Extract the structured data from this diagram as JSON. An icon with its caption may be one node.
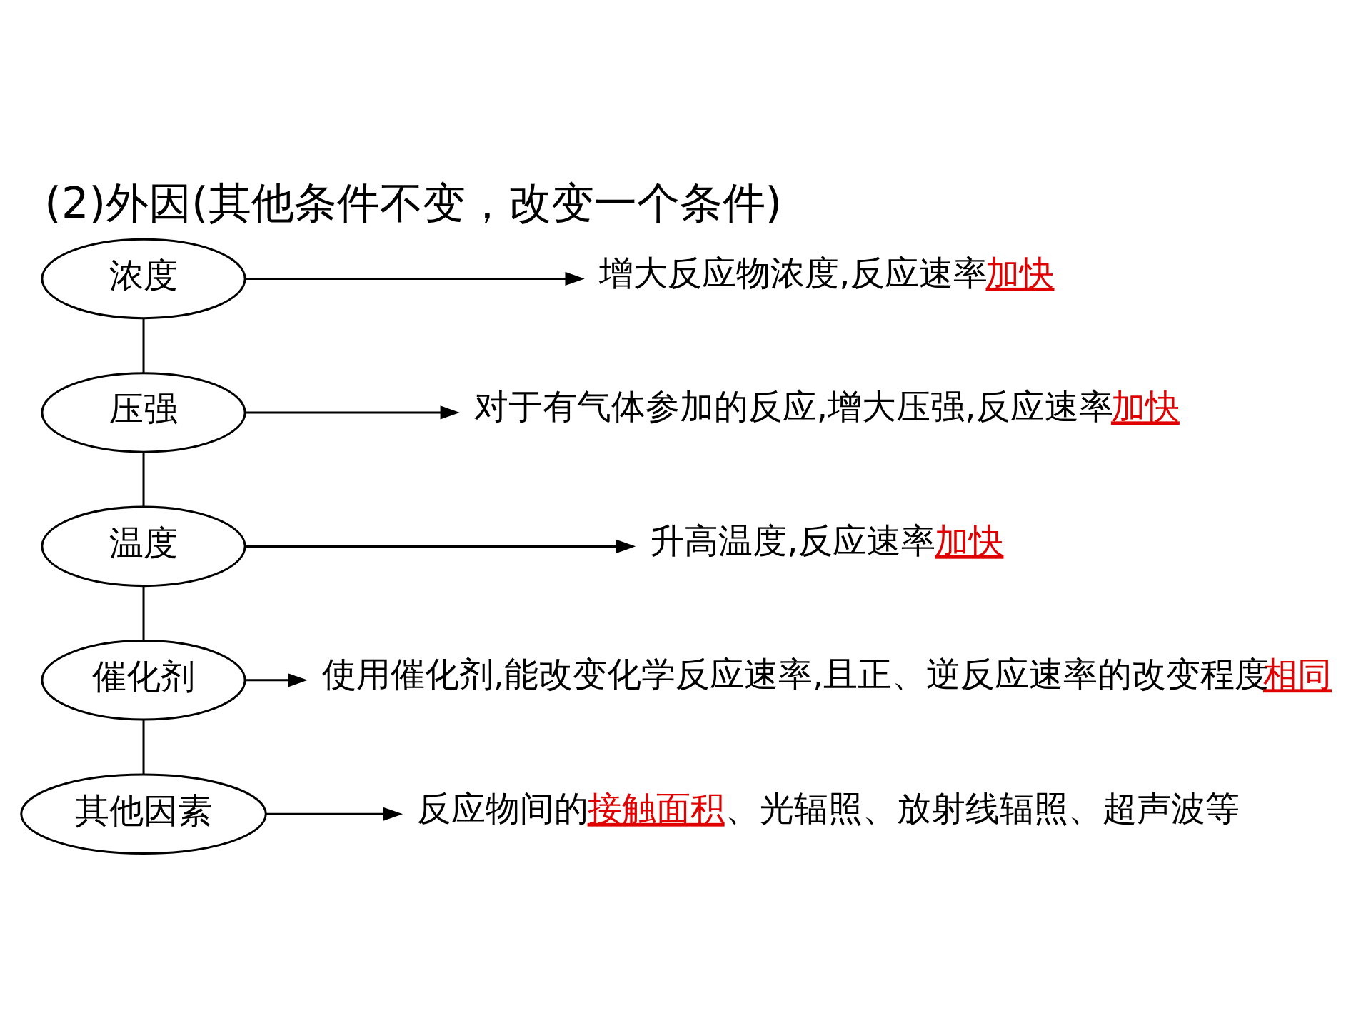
{
  "diagram": {
    "title": "(2)外因(其他条件不变，改变一个条件)",
    "nodes": [
      {
        "text": [
          "浓度"
        ]
      },
      {
        "text": [
          "压强"
        ]
      },
      {
        "text": [
          "温度"
        ]
      },
      {
        "text": [
          "催化剂"
        ]
      },
      {
        "text": [
          "其他因素"
        ]
      },
      {
        "text": [
          "增大反应物浓度,反应速率",
          "加快"
        ]
      },
      {
        "text": [
          "对于有气体参加的反应,增大压强,反应速率",
          "加快"
        ]
      },
      {
        "text": [
          "升高温度,反应速率",
          "加快"
        ]
      },
      {
        "text": [
          "使用催化剂,能改变化学反应速率,且正、逆反应速率的改变程度",
          "相同"
        ]
      },
      {
        "text": [
          "反应物间的",
          "接触面积",
          "、光辐照、放射线辐照、超声波等"
        ]
      }
    ],
    "edges": [
      {
        "from": 0,
        "to": 1,
        "arrow": "none"
      },
      {
        "from": 1,
        "to": 2,
        "arrow": "none"
      },
      {
        "from": 2,
        "to": 3,
        "arrow": "none"
      },
      {
        "from": 3,
        "to": 4,
        "arrow": "none"
      },
      {
        "from": 0,
        "to": 5,
        "arrow": "to"
      },
      {
        "from": 1,
        "to": 6,
        "arrow": "to"
      },
      {
        "from": 2,
        "to": 7,
        "arrow": "to"
      },
      {
        "from": 3,
        "to": 8,
        "arrow": "to"
      },
      {
        "from": 4,
        "to": 9,
        "arrow": "to"
      }
    ]
  }
}
